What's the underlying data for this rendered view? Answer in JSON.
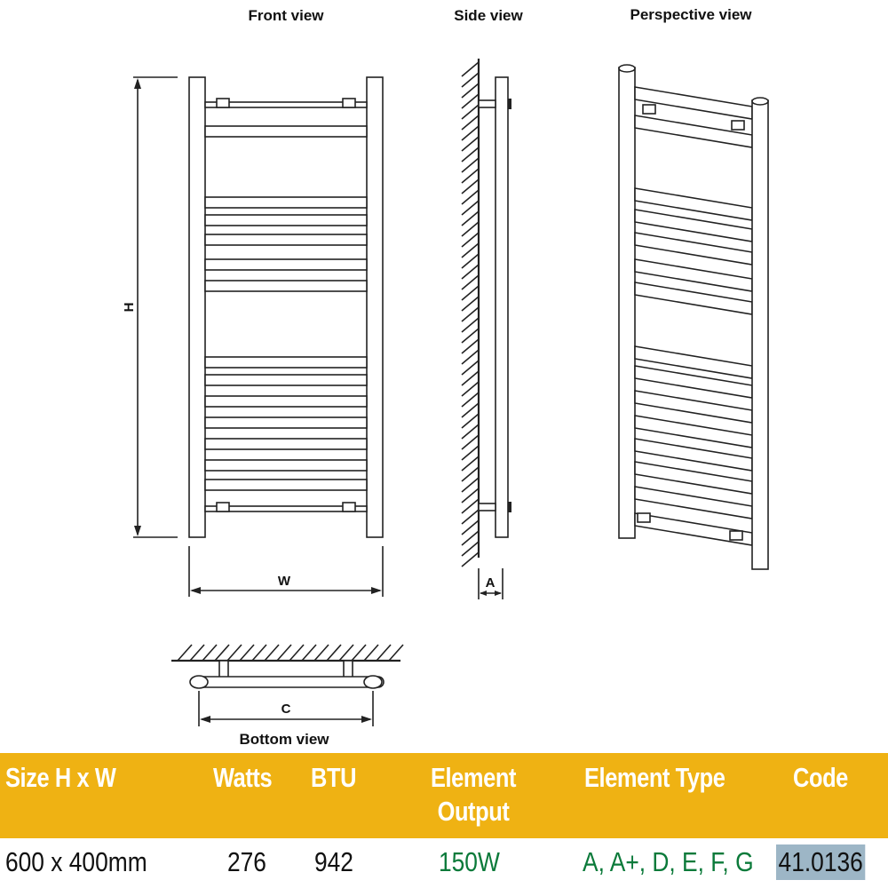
{
  "views": {
    "front": "Front view",
    "side": "Side view",
    "perspective": "Perspective view",
    "bottom": "Bottom view"
  },
  "dimensions": {
    "height": "H",
    "width": "W",
    "depth": "A",
    "centres": "C"
  },
  "table": {
    "headers": {
      "size": "Size H x W",
      "watts": "Watts",
      "btu": "BTU",
      "element_output_1": "Element",
      "element_output_2": "Output",
      "element_type": "Element Type",
      "code": "Code"
    },
    "row": {
      "size": "600 x 400mm",
      "watts": "276",
      "btu": "942",
      "element_output": "150W",
      "element_type": "A, A+, D, E, F, G",
      "code": "41.0136"
    }
  },
  "colors": {
    "header_bg": "#EFB213",
    "header_text": "#FFFFFF",
    "green_text": "#0B7A3A",
    "code_highlight": "#9DB6C6"
  }
}
